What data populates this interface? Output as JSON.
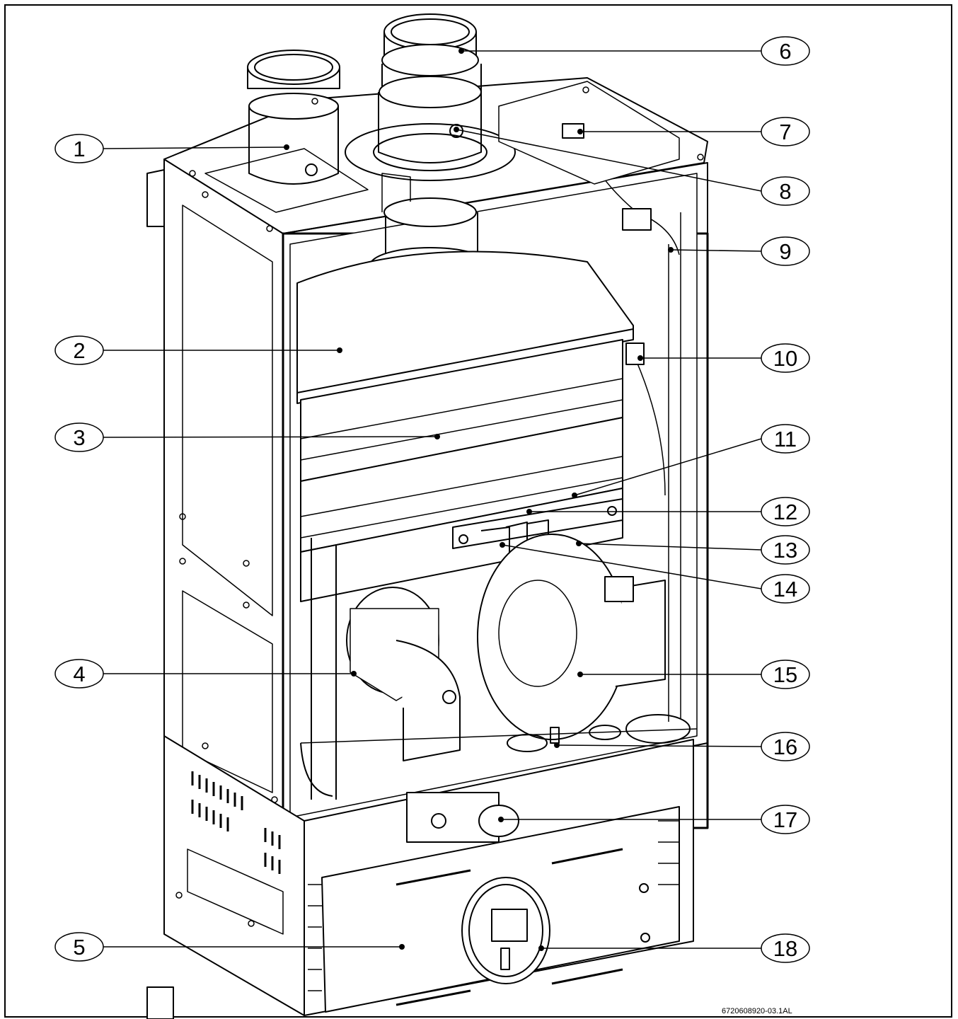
{
  "document_id": "6720608920-03.1AL",
  "callouts": [
    {
      "number": "1"
    },
    {
      "number": "2"
    },
    {
      "number": "3"
    },
    {
      "number": "4"
    },
    {
      "number": "5"
    },
    {
      "number": "6"
    },
    {
      "number": "7"
    },
    {
      "number": "8"
    },
    {
      "number": "9"
    },
    {
      "number": "10"
    },
    {
      "number": "11"
    },
    {
      "number": "12"
    },
    {
      "number": "13"
    },
    {
      "number": "14"
    },
    {
      "number": "15"
    },
    {
      "number": "16"
    },
    {
      "number": "17"
    },
    {
      "number": "18"
    }
  ]
}
